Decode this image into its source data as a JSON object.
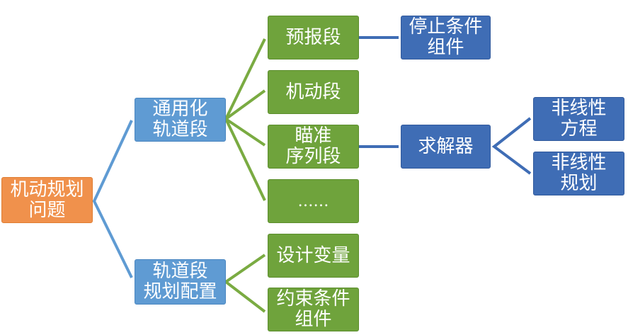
{
  "colors": {
    "root": "#f0914c",
    "level1": "#5f9bd3",
    "level2": "#6fa33c",
    "level3": "#3f6db5",
    "connector_blue": "#5f9bd3",
    "connector_green": "#7aab42",
    "connector_dark": "#3f6db5"
  },
  "root": {
    "label": "机动规划\n问题"
  },
  "level1": {
    "general_segment": "通用化\n轨道段",
    "config": "轨道段\n规划配置"
  },
  "segments": {
    "forecast": "预报段",
    "maneuver": "机动段",
    "targeting": "瞄准\n序列段",
    "ellipsis": "……"
  },
  "config_items": {
    "design_vars": "设计变量",
    "constraints": "约束条件\n组件"
  },
  "stop_component": "停止条件\n组件",
  "solver": "求解器",
  "solver_children": {
    "nonlinear_eq": "非线性\n方程",
    "nonlinear_prog": "非线性\n规划"
  }
}
